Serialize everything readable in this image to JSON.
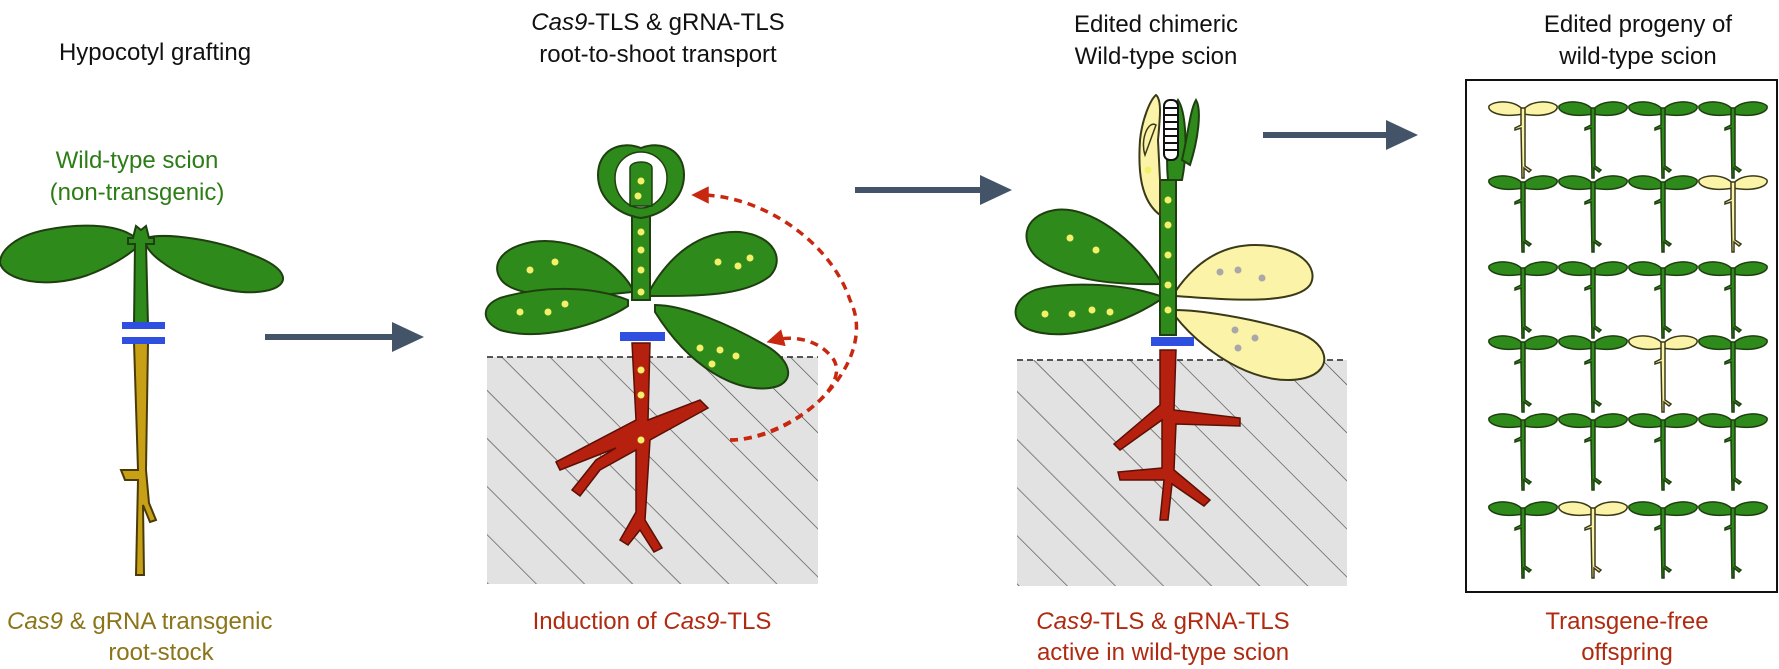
{
  "colors": {
    "leaf_green": "#2f8a1c",
    "leaf_outline": "#1f3f10",
    "root_red": "#b5200f",
    "rootstock_gold": "#c7a016",
    "edited_yellow": "#fbf3a8",
    "graft_blue": "#2f4fe0",
    "arrow_slate": "#445468",
    "transport_red": "#c8280f",
    "text_black": "#111111",
    "text_green": "#2c7d16",
    "text_gold": "#8c7418",
    "text_red": "#b02a10"
  },
  "icons": {
    "graft_junction": "blue-double-bar",
    "process_arrow": "right-arrow",
    "transport_arrow": "dashed-curved-arrow"
  },
  "panels": {
    "grafting": {
      "title": "Hypocotyl grafting",
      "scion_line1": "Wild-type scion",
      "scion_line2": "(non-transgenic)",
      "caption_italic": "Cas9",
      "caption_rest1": " & gRNA transgenic",
      "caption_line2": "root-stock"
    },
    "transport": {
      "title_italic": "Cas9",
      "title_rest1": "-TLS & gRNA-TLS",
      "title_line2": "root-to-shoot transport",
      "caption_pre": "Induction of ",
      "caption_italic": "Cas9",
      "caption_post": "-TLS"
    },
    "chimeric": {
      "title_line1": "Edited chimeric",
      "title_line2": "Wild-type scion",
      "caption_italic": "Cas9",
      "caption_rest1": "-TLS & gRNA-TLS",
      "caption_line2": "active in wild-type scion"
    },
    "progeny": {
      "title_line1": "Edited progeny of",
      "title_line2": "wild-type scion",
      "caption_line1": "Transgene-free",
      "caption_line2": "offspring",
      "grid": [
        [
          "edited",
          "wild",
          "wild",
          "wild"
        ],
        [
          "wild",
          "wild",
          "wild",
          "edited"
        ],
        [
          "wild",
          "wild",
          "wild",
          "wild"
        ],
        [
          "wild",
          "wild",
          "edited",
          "wild"
        ],
        [
          "wild",
          "wild",
          "wild",
          "wild"
        ],
        [
          "wild",
          "edited",
          "wild",
          "wild"
        ]
      ]
    }
  }
}
